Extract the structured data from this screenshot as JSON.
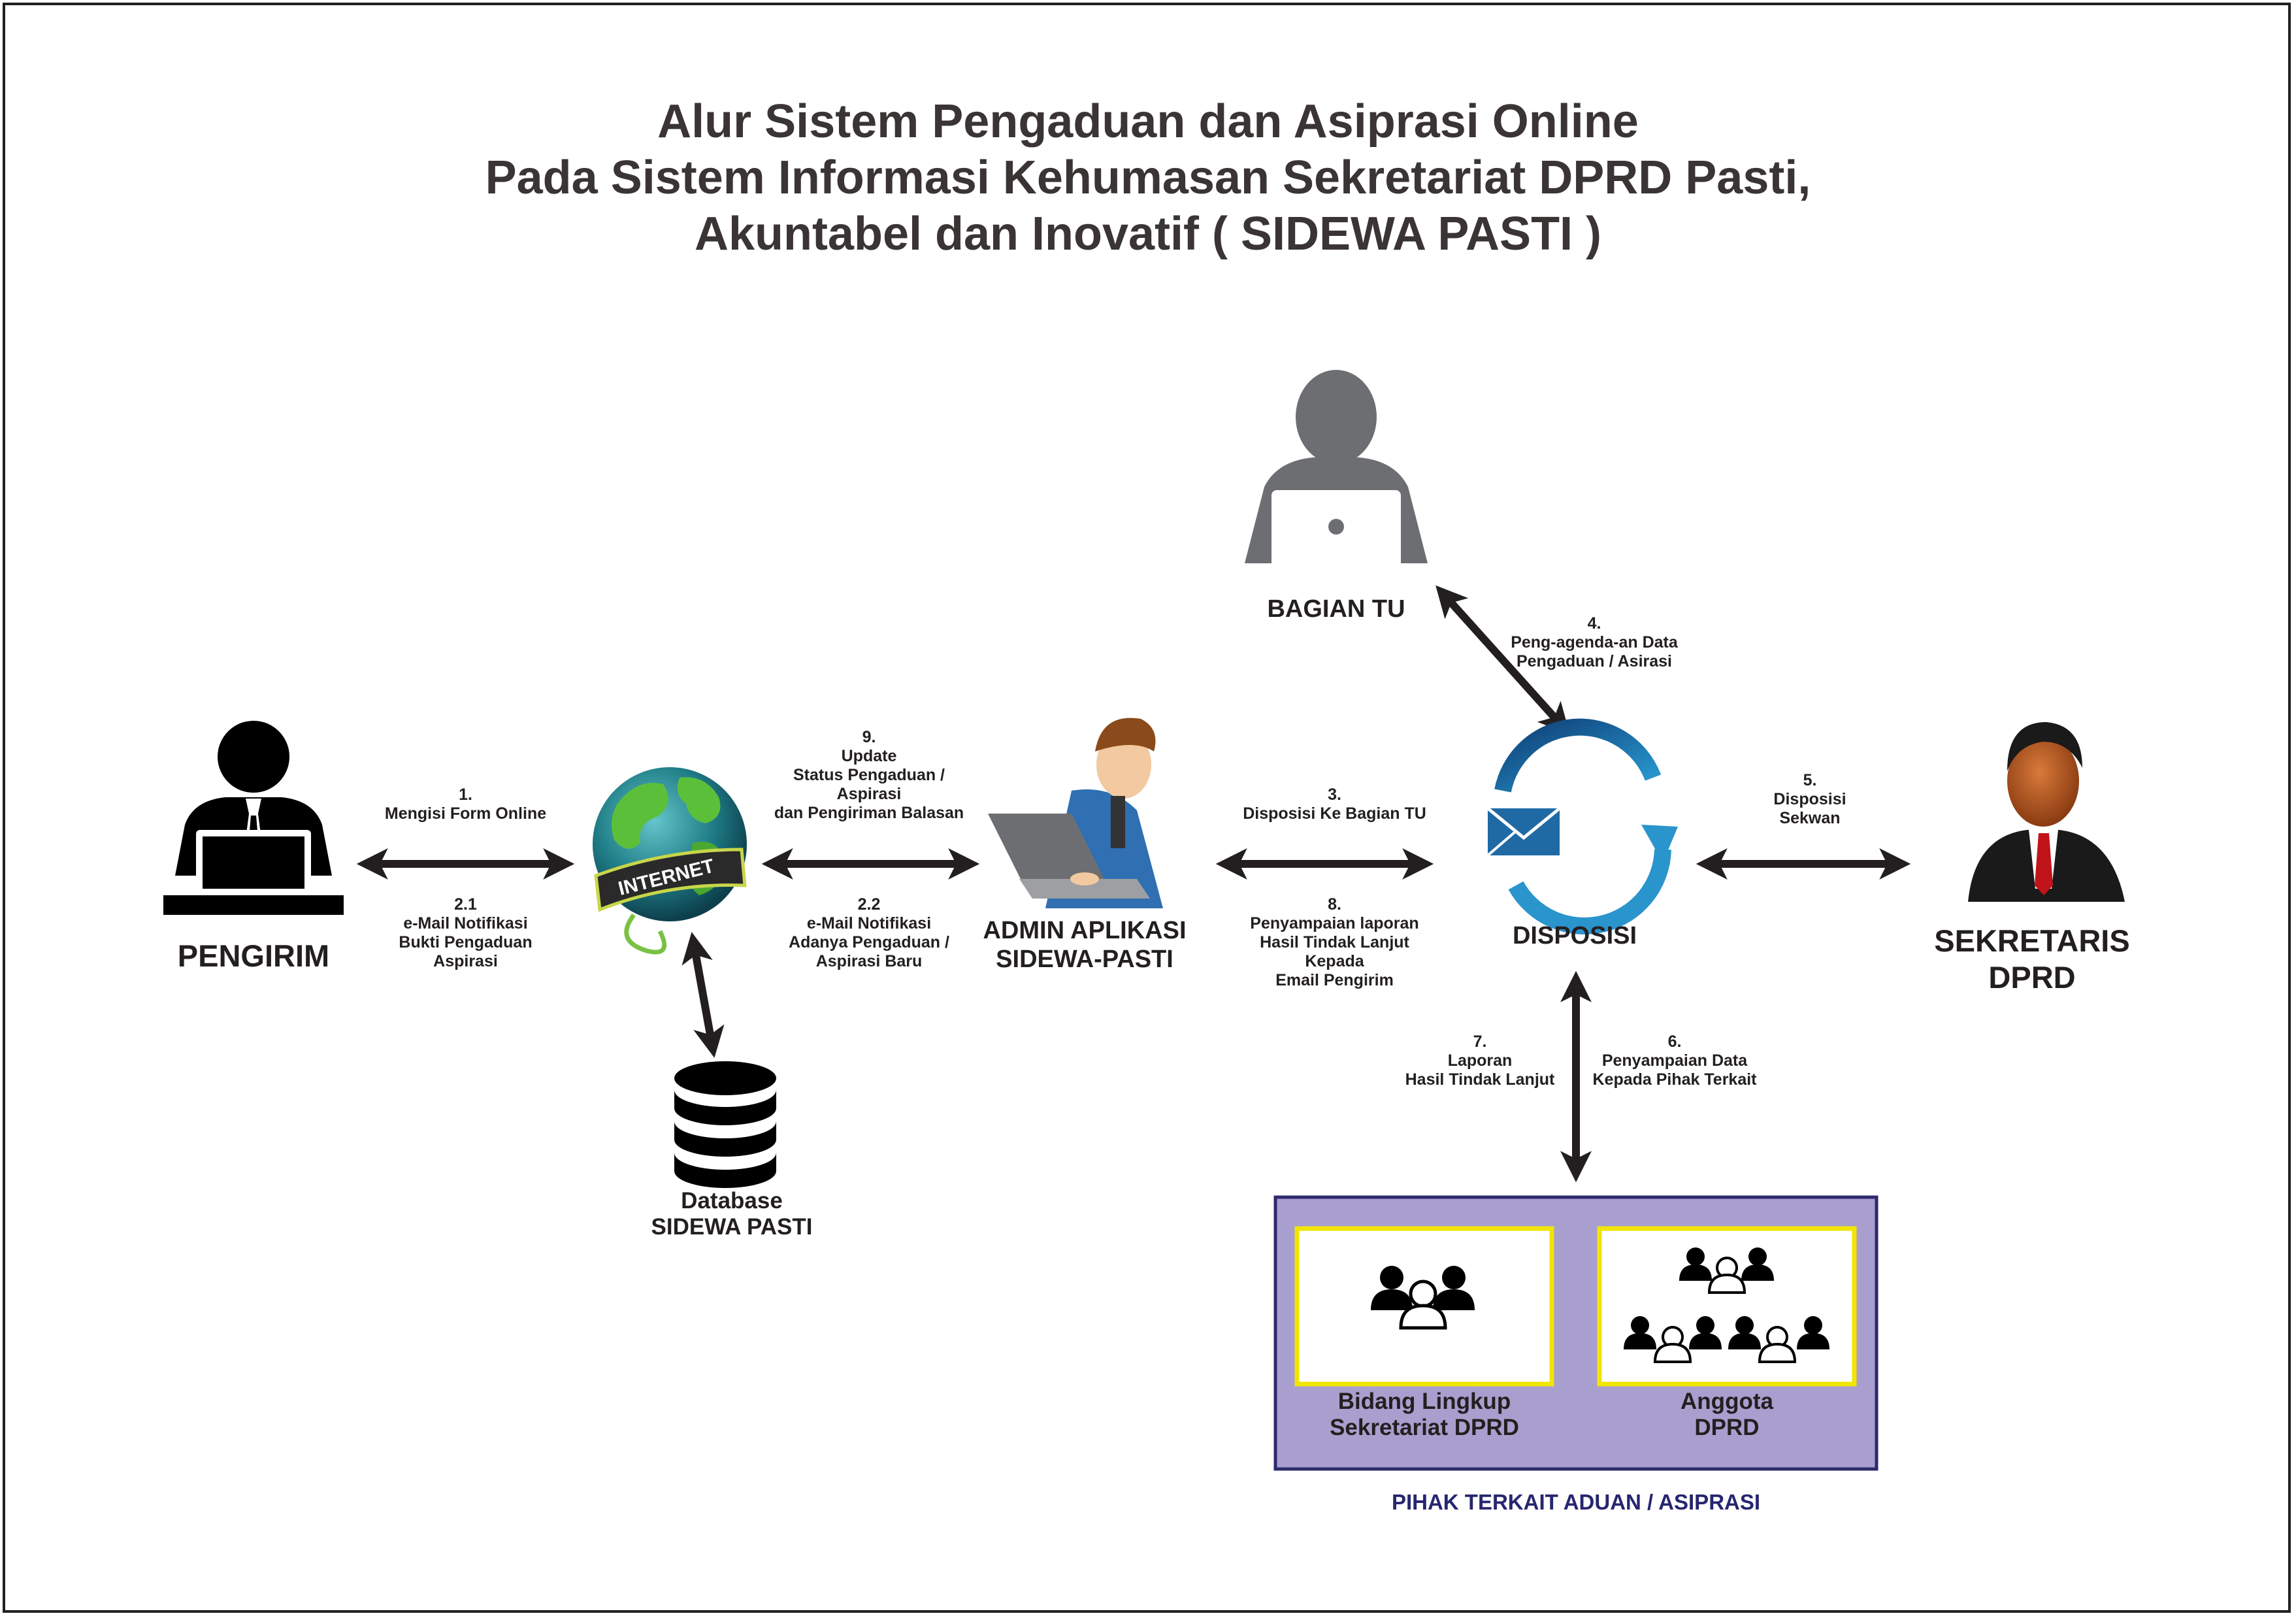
{
  "title": {
    "line1": "Alur Sistem Pengaduan dan Asiprasi Online",
    "line2": "Pada Sistem Informasi Kehumasan Sekretariat DPRD Pasti,",
    "line3": "Akuntabel dan Inovatif ( SIDEWA PASTI )"
  },
  "nodes": {
    "pengirim": "PENGIRIM",
    "internet_badge": "INTERNET",
    "database_line1": "Database",
    "database_line2": "SIDEWA PASTI",
    "admin_line1": "ADMIN APLIKASI",
    "admin_line2": "SIDEWA-PASTI",
    "bagian_tu": "BAGIAN TU",
    "disposisi": "DISPOSISI",
    "sekretaris_line1": "SEKRETARIS",
    "sekretaris_line2": "DPRD"
  },
  "steps": {
    "s1": {
      "num": "1.",
      "text": "Mengisi Form Online"
    },
    "s2_1": {
      "num": "2.1",
      "l1": "e-Mail Notifikasi",
      "l2": "Bukti Pengaduan",
      "l3": "Aspirasi"
    },
    "s9": {
      "num": "9.",
      "l1": "Update",
      "l2": "Status Pengaduan /",
      "l3": "Aspirasi",
      "l4": "dan Pengiriman Balasan"
    },
    "s2_2": {
      "num": "2.2",
      "l1": "e-Mail Notifikasi",
      "l2": "Adanya Pengaduan /",
      "l3": "Aspirasi Baru"
    },
    "s3": {
      "num": "3.",
      "text": "Disposisi Ke Bagian TU"
    },
    "s8": {
      "num": "8.",
      "l1": "Penyampaian laporan",
      "l2": "Hasil Tindak Lanjut",
      "l3": "Kepada",
      "l4": "Email Pengirim"
    },
    "s4": {
      "num": "4.",
      "l1": "Peng-agenda-an Data",
      "l2": "Pengaduan / Asirasi"
    },
    "s5": {
      "num": "5.",
      "l1": "Disposisi",
      "l2": "Sekwan"
    },
    "s7": {
      "num": "7.",
      "l1": "Laporan",
      "l2": "Hasil Tindak Lanjut"
    },
    "s6": {
      "num": "6.",
      "l1": "Penyampaian Data",
      "l2": "Kepada Pihak Terkait"
    }
  },
  "pihak": {
    "box1_line1": "Bidang Lingkup",
    "box1_line2": "Sekretariat DPRD",
    "box2_line1": "Anggota",
    "box2_line2": "DPRD",
    "caption": "PIHAK TERKAIT ADUAN / ASIPRASI"
  },
  "colors": {
    "arrow": "#231f20",
    "panel_fill": "#a89fcf",
    "panel_border": "#2e2a6e",
    "card_border": "#f2e500",
    "caption": "#262670",
    "globe": "#1e8a8f",
    "disposisi_ring": "#1f6aa5"
  },
  "icons": [
    "presenter-icon",
    "globe-icon",
    "database-icon",
    "admin-laptop-icon",
    "user-laptop-icon",
    "mail-cycle-icon",
    "businessman-icon",
    "group-icon",
    "crowd-icon"
  ]
}
